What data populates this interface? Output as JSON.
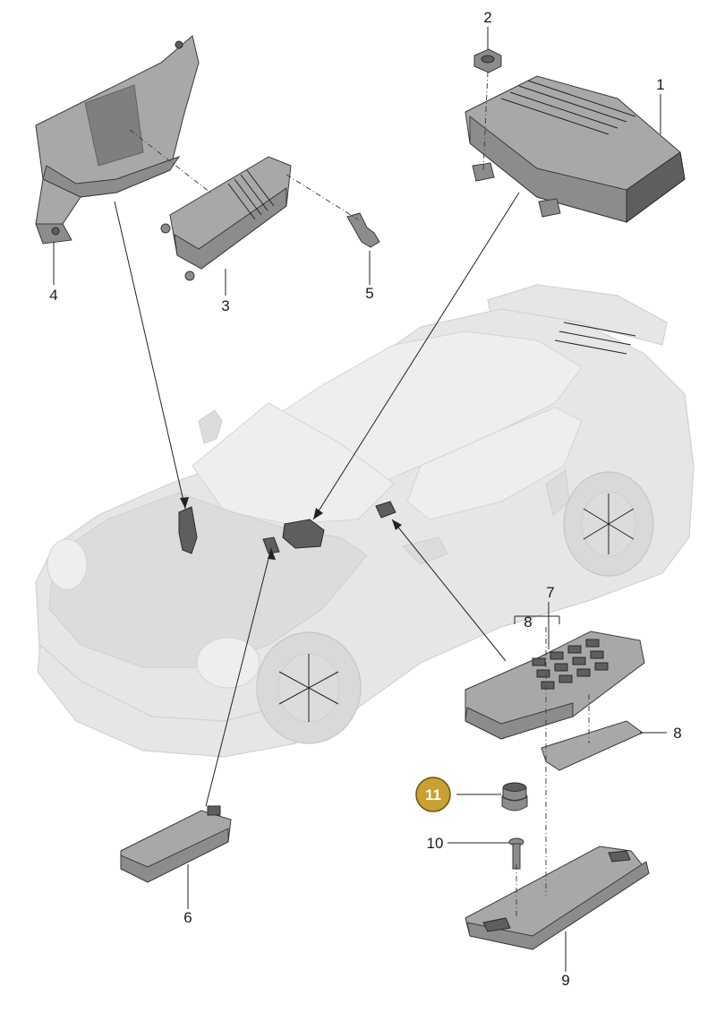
{
  "colors": {
    "background": "#ffffff",
    "part_fill": "#8c8c8c",
    "car_fill": "#e6e6e6",
    "highlight_badge": "#c9a032",
    "line": "#222222"
  },
  "callouts": {
    "c1": "1",
    "c2": "2",
    "c3": "3",
    "c4": "4",
    "c5": "5",
    "c6": "6",
    "c7": "7",
    "c8a": "8",
    "c8b": "8",
    "c9": "9",
    "c10": "10",
    "c11": "11"
  }
}
